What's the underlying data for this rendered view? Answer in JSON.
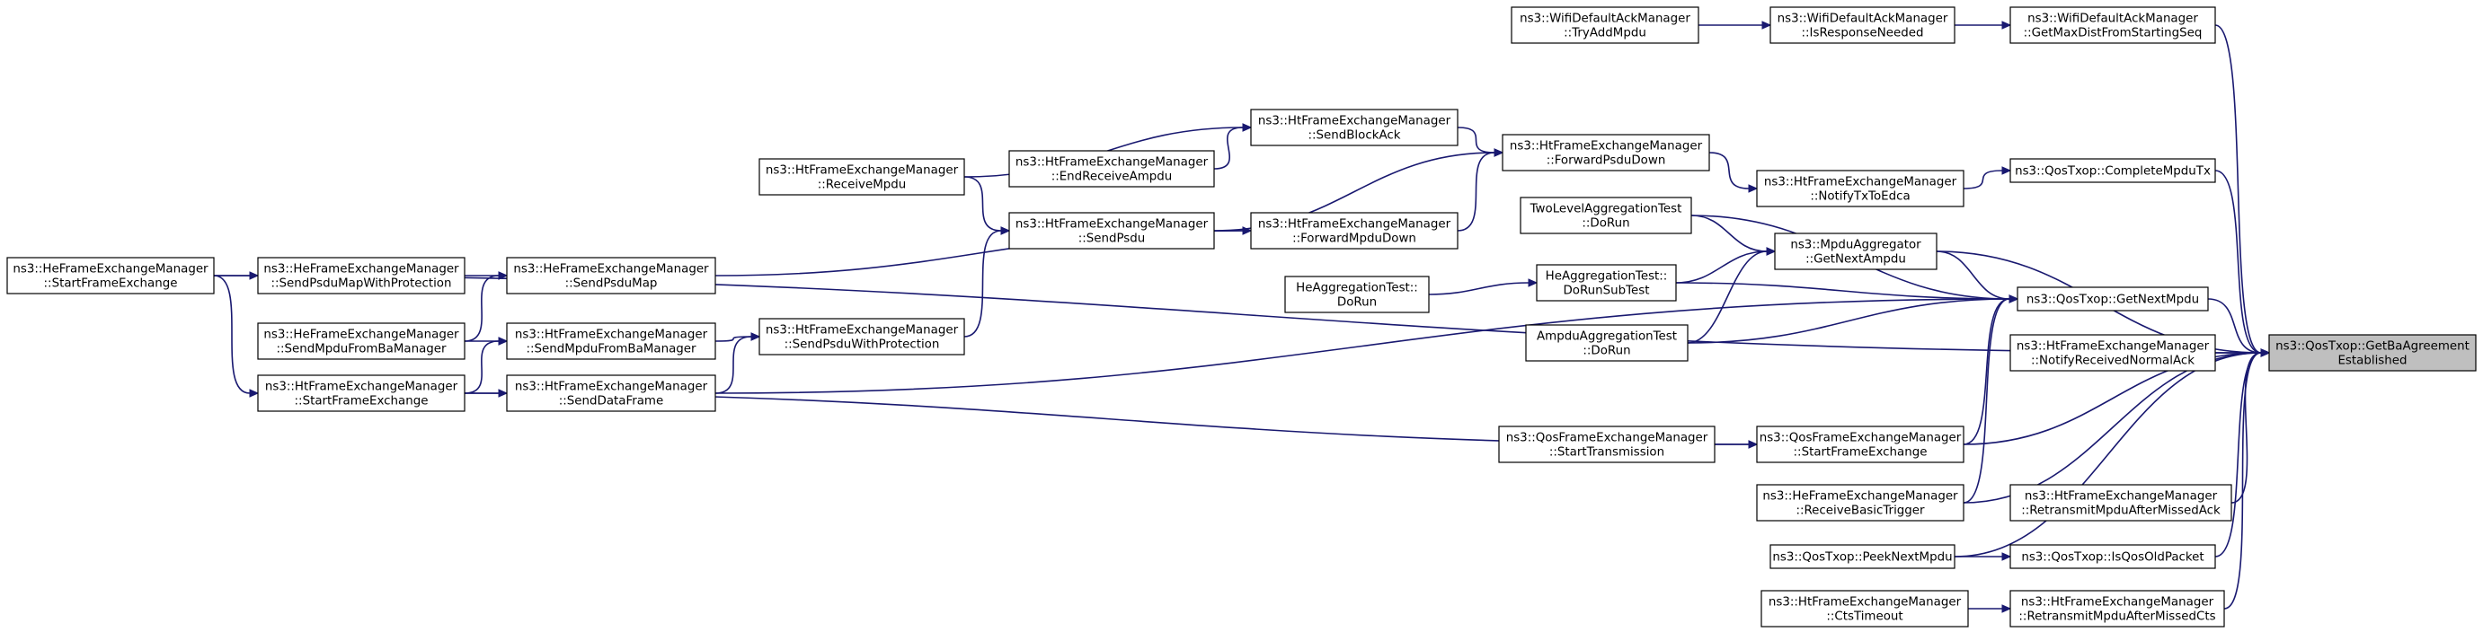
{
  "diagram": {
    "type": "call-graph",
    "edge_color": "#191970",
    "root_fill": "#bfbfbf",
    "nodes": {
      "root": [
        "ns3::QosTxop::GetBaAgreement",
        "Established"
      ],
      "wdam_max": [
        "ns3::WifiDefaultAckManager",
        "::GetMaxDistFromStartingSeq"
      ],
      "wdam_resp": [
        "ns3::WifiDefaultAckManager",
        "::IsResponseNeeded"
      ],
      "wdam_try": [
        "ns3::WifiDefaultAckManager",
        "::TryAddMpdu"
      ],
      "he_sfe": [
        "ns3::HeFrameExchangeManager",
        "::StartFrameExchange"
      ],
      "qt_complete": [
        "ns3::QosTxop::CompleteMpduTx"
      ],
      "htfem_notify": [
        "ns3::HtFrameExchangeManager",
        "::NotifyTxToEdca"
      ],
      "htfem_fwdpsdu": [
        "ns3::HtFrameExchangeManager",
        "::ForwardPsduDown"
      ],
      "htfem_sendba": [
        "ns3::HtFrameExchangeManager",
        "::SendBlockAck"
      ],
      "htfem_recvmpdu": [
        "ns3::HtFrameExchangeManager",
        "::ReceiveMpdu"
      ],
      "htfem_endrecv": [
        "ns3::HtFrameExchangeManager",
        "::EndReceiveAmpdu"
      ],
      "htfem_sendpsdu": [
        "ns3::HtFrameExchangeManager",
        "::SendPsdu"
      ],
      "htfem_fwdmpdu": [
        "ns3::HtFrameExchangeManager",
        "::ForwardMpduDown"
      ],
      "ma_getnext": [
        "ns3::MpduAggregator",
        "::GetNextAmpdu"
      ],
      "tlat": [
        "TwoLevelAggregationTest",
        "::DoRun"
      ],
      "heat_sub": [
        "HeAggregationTest::",
        "DoRunSubTest"
      ],
      "heat_run": [
        "HeAggregationTest::",
        "DoRun"
      ],
      "ampdu_test": [
        "AmpduAggregationTest",
        "::DoRun"
      ],
      "qt_getnext": [
        "ns3::QosTxop::GetNextMpdu"
      ],
      "he_sendpsdumap_wp": [
        "ns3::HeFrameExchangeManager",
        "::SendPsduMapWithProtection"
      ],
      "he_sendpsdumap": [
        "ns3::HeFrameExchangeManager",
        "::SendPsduMap"
      ],
      "he_sendmpdu_ba": [
        "ns3::HeFrameExchangeManager",
        "::SendMpduFromBaManager"
      ],
      "ht_sendmpdu_ba": [
        "ns3::HtFrameExchangeManager",
        "::SendMpduFromBaManager"
      ],
      "ht_sendpsdu_wp": [
        "ns3::HtFrameExchangeManager",
        "::SendPsduWithProtection"
      ],
      "ht_sfe": [
        "ns3::HtFrameExchangeManager",
        "::StartFrameExchange"
      ],
      "ht_senddata": [
        "ns3::HtFrameExchangeManager",
        "::SendDataFrame"
      ],
      "htfem_recv_normal": [
        "ns3::HtFrameExchangeManager",
        "::NotifyReceivedNormalAck"
      ],
      "qfem_st": [
        "ns3::QosFrameExchangeManager",
        "::StartTransmission"
      ],
      "qfem_sfe": [
        "ns3::QosFrameExchangeManager",
        "::StartFrameExchange"
      ],
      "he_recvbt": [
        "ns3::HeFrameExchangeManager",
        "::ReceiveBasicTrigger"
      ],
      "ht_retx_ack": [
        "ns3::HtFrameExchangeManager",
        "::RetransmitMpduAfterMissedAck"
      ],
      "qt_peek": [
        "ns3::QosTxop::PeekNextMpdu"
      ],
      "qt_isold": [
        "ns3::QosTxop::IsQosOldPacket"
      ],
      "ht_ctstimeout": [
        "ns3::HtFrameExchangeManager",
        "::CtsTimeout"
      ],
      "ht_retx_cts": [
        "ns3::HtFrameExchangeManager",
        "::RetransmitMpduAfterMissedCts"
      ]
    },
    "edges": [
      [
        "wdam_try",
        "wdam_resp"
      ],
      [
        "wdam_resp",
        "wdam_max"
      ],
      [
        "wdam_max",
        "root"
      ],
      [
        "he_sfe",
        "root"
      ],
      [
        "htfem_sendba",
        "htfem_fwdpsdu"
      ],
      [
        "htfem_recvmpdu",
        "htfem_sendba"
      ],
      [
        "htfem_endrecv",
        "htfem_sendba"
      ],
      [
        "htfem_sendpsdu",
        "htfem_fwdpsdu"
      ],
      [
        "htfem_fwdmpdu",
        "htfem_fwdpsdu"
      ],
      [
        "htfem_fwdpsdu",
        "htfem_notify"
      ],
      [
        "htfem_notify",
        "qt_complete"
      ],
      [
        "qt_complete",
        "root"
      ],
      [
        "htfem_recvmpdu",
        "htfem_sendpsdu"
      ],
      [
        "htfem_sendpsdu",
        "htfem_fwdmpdu"
      ],
      [
        "he_sfe",
        "he_sendpsdumap_wp"
      ],
      [
        "he_sendpsdumap_wp",
        "he_sendpsdumap"
      ],
      [
        "he_sendpsdumap",
        "htfem_fwdmpdu"
      ],
      [
        "he_sendmpdu_ba",
        "he_sendpsdumap"
      ],
      [
        "he_sfe",
        "ht_sfe"
      ],
      [
        "ht_sfe",
        "ht_sendmpdu_ba"
      ],
      [
        "he_sendmpdu_ba",
        "ht_sendmpdu_ba"
      ],
      [
        "ht_sendmpdu_ba",
        "ht_sendpsdu_wp"
      ],
      [
        "ht_sendpsdu_wp",
        "htfem_sendpsdu"
      ],
      [
        "ht_sfe",
        "ht_senddata"
      ],
      [
        "ht_senddata",
        "ht_sendpsdu_wp"
      ],
      [
        "tlat",
        "ma_getnext"
      ],
      [
        "heat_sub",
        "ma_getnext"
      ],
      [
        "heat_run",
        "heat_sub"
      ],
      [
        "ampdu_test",
        "ma_getnext"
      ],
      [
        "ma_getnext",
        "qt_getnext"
      ],
      [
        "ma_getnext",
        "root"
      ],
      [
        "tlat",
        "qt_getnext"
      ],
      [
        "heat_sub",
        "qt_getnext"
      ],
      [
        "ampdu_test",
        "qt_getnext"
      ],
      [
        "ht_senddata",
        "qt_getnext"
      ],
      [
        "qfem_sfe",
        "qt_getnext"
      ],
      [
        "he_recvbt",
        "qt_getnext"
      ],
      [
        "qt_getnext",
        "root"
      ],
      [
        "htfem_recv_normal",
        "root"
      ],
      [
        "qfem_st",
        "qfem_sfe"
      ],
      [
        "ht_sfe",
        "qfem_sfe"
      ],
      [
        "qfem_sfe",
        "root"
      ],
      [
        "he_recvbt",
        "root"
      ],
      [
        "ht_retx_ack",
        "root"
      ],
      [
        "qt_peek",
        "qt_isold"
      ],
      [
        "qt_isold",
        "root"
      ],
      [
        "qt_peek",
        "root"
      ],
      [
        "ht_ctstimeout",
        "ht_retx_cts"
      ],
      [
        "ht_retx_cts",
        "root"
      ]
    ]
  }
}
